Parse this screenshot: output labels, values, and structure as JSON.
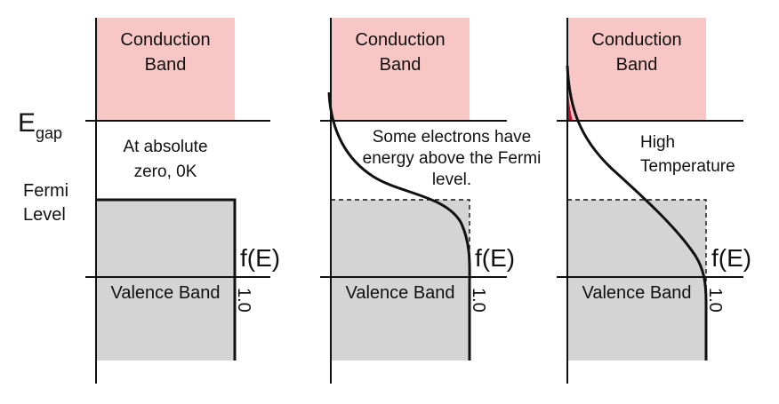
{
  "colors": {
    "conduction_band": "#f9c6c6",
    "valence_band": "#d4d4d4",
    "line": "#111111",
    "occupied_conduction": "#c8102e"
  },
  "labels": {
    "egap_main": "E",
    "egap_sub": "gap",
    "fermi_line1": "Fermi",
    "fermi_line2": "Level"
  },
  "panels": [
    {
      "conduction_line1": "Conduction",
      "conduction_line2": "Band",
      "note_lines": [
        "At absolute",
        "zero, 0K"
      ],
      "fe_label": "f(E)",
      "valence_label": "Valence Band",
      "tick_label": "1.0"
    },
    {
      "conduction_line1": "Conduction",
      "conduction_line2": "Band",
      "note_lines": [
        "Some electrons have",
        "energy above the Fermi",
        "level."
      ],
      "fe_label": "f(E)",
      "valence_label": "Valence Band",
      "tick_label": "1.0"
    },
    {
      "conduction_line1": "Conduction",
      "conduction_line2": "Band",
      "note_lines": [
        "High",
        "Temperature"
      ],
      "fe_label": "f(E)",
      "valence_label": "Valence Band",
      "tick_label": "1.0"
    }
  ]
}
